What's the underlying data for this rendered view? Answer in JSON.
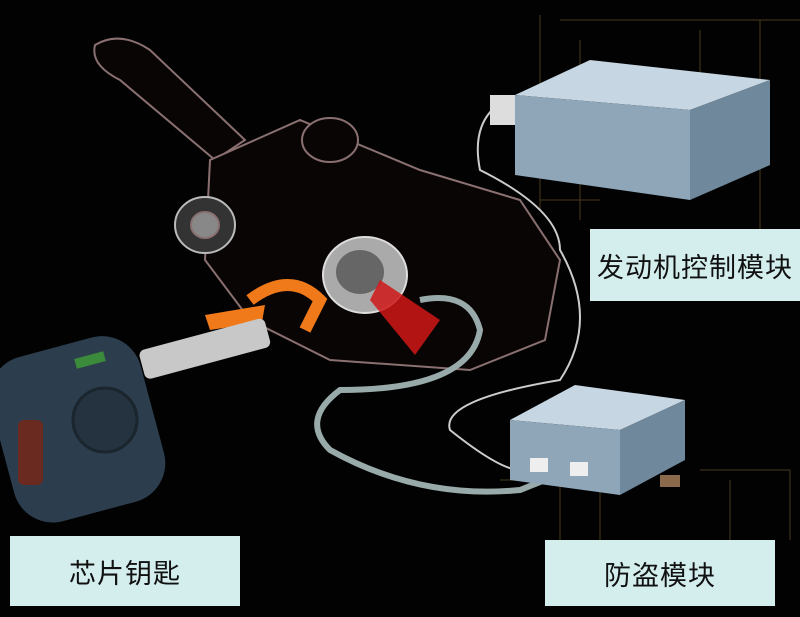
{
  "labels": {
    "engine_control_module": "发动机控制模块",
    "chip_key": "芯片钥匙",
    "immobilizer_module": "防盗模块"
  },
  "colors": {
    "label_bg": "#d4eeee",
    "module_face": "#9fb6c8",
    "key_body": "#2c3e4e",
    "arrow_orange": "#f07a1a",
    "signal_red": "#d01818"
  }
}
